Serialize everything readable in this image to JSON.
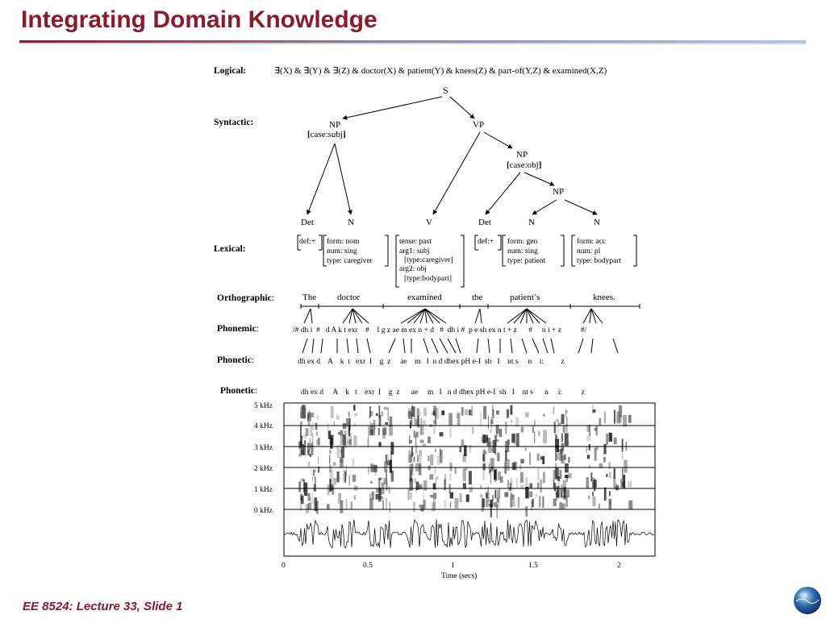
{
  "slide": {
    "title": "Integrating Domain Knowledge",
    "footer": "EE 8524: Lecture 33, Slide 1",
    "accent_color": "#8b1a2b",
    "rule_gradient": [
      "#8b1a2b",
      "#a9c6e8"
    ]
  },
  "figure": {
    "rows": {
      "logical": "Logical:",
      "syntactic": "Syntactic:",
      "lexical": "Lexical:",
      "orthographic": "Orthographic",
      "phonemic": "Phonemic",
      "phonetic1": "Phonetic",
      "phonetic2": "Phonetic"
    },
    "logical_form": "∃(X) & ∃(Y) & ∃(Z) & doctor(X) & patient(Y) & knees(Z) & part-of(Y,Z) & examined(X,Z)",
    "syntax": {
      "s": "S",
      "np_subj": "NP",
      "np_subj_feat": "case:subj",
      "vp": "VP",
      "np_obj": "NP",
      "np_obj_feat": "case:obj",
      "np_inner": "NP",
      "leaves": [
        "Det",
        "N",
        "V",
        "Det",
        "N",
        "N"
      ]
    },
    "lexical": {
      "det1": [
        "def:+"
      ],
      "n1": [
        "form: nom",
        "num: sing",
        "type: caregiver"
      ],
      "v": [
        "tense: past",
        "arg1: subj",
        "[type:caregiver]",
        "arg2: obj",
        "[type:bodypart]"
      ],
      "det2": [
        "def:+"
      ],
      "n2": [
        "form: gen",
        "num: sing",
        "type: patient"
      ],
      "n3": [
        "form: acc",
        "num: pl",
        "type: bodypart"
      ]
    },
    "orthographic_words": [
      "The",
      "doctor",
      "examined",
      "the",
      "patient’s",
      "knees."
    ],
    "phonemic_string": "/# dh i  #   d A k t exr    #    I g z ae m ex n + d   #  dh i #  p e sh ex n t + z      #     n i + z          #/",
    "phonetic_string": "dh ex d    A    k  t   exr  I    g  z     ae    m   I  n d dhex pH e-I  sh   I    nt s     n    i:         z",
    "phonetic_string2": "dh ex d     A    k   t    exr  I    g  z      ae     m   I   n d dhex pH e-I  sh   I    nt s      n     i:          z",
    "spectrogram": {
      "y_labels": [
        "5 kHz",
        "4 kHz",
        "3 kHz",
        "2 kHz",
        "1 kHz",
        "0 kHz"
      ],
      "x_ticks": [
        "0",
        "0.5",
        "1",
        "1.5",
        "2"
      ],
      "x_label": "Time (secs)"
    }
  }
}
